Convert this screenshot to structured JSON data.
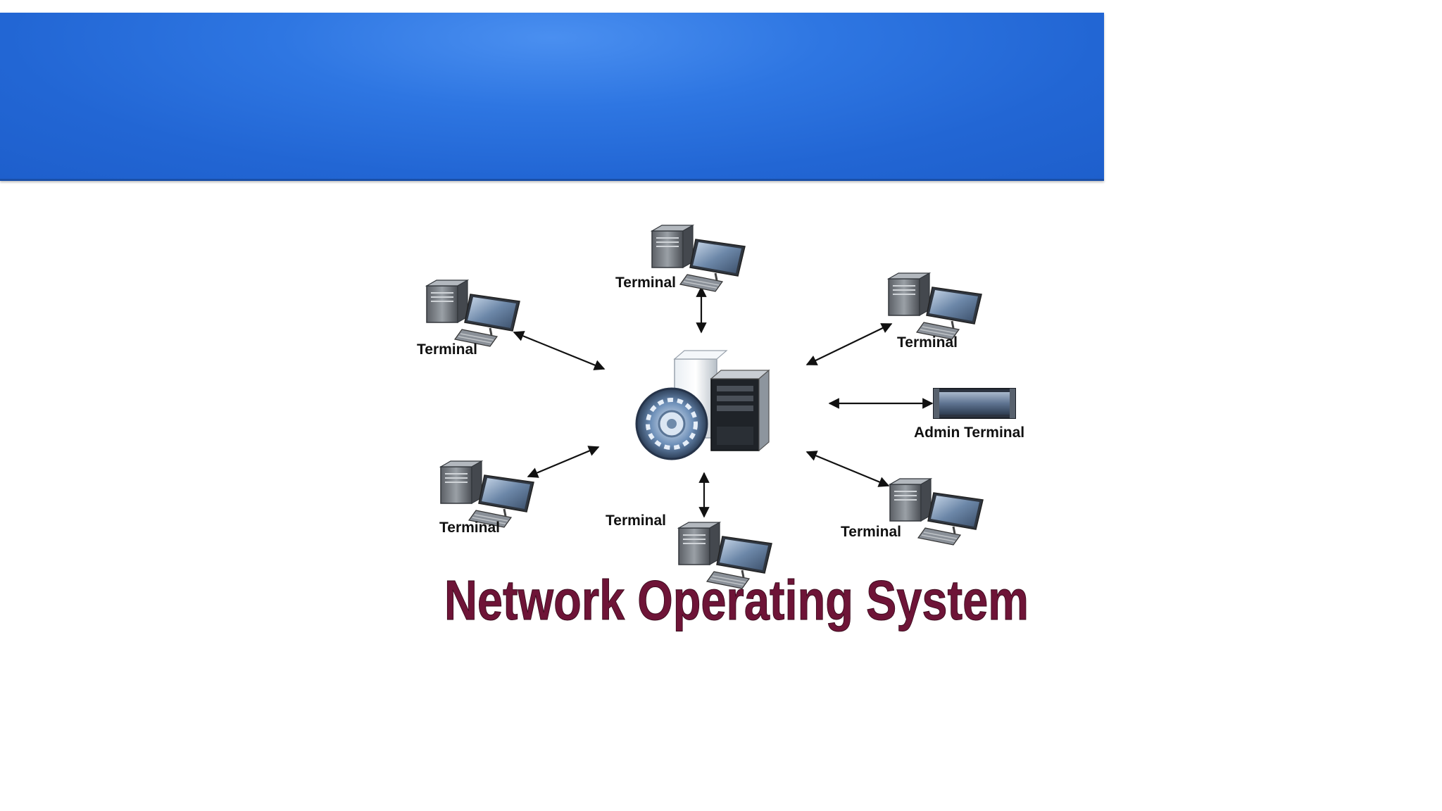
{
  "banner": {
    "color": "#2e76e2"
  },
  "diagram": {
    "title": "Network Operating System",
    "server": {
      "icon": "server-with-gear-icon"
    },
    "nodes": [
      {
        "label": "Terminal",
        "icon": "desktop-computer-icon"
      },
      {
        "label": "Terminal",
        "icon": "desktop-computer-icon"
      },
      {
        "label": "Terminal",
        "icon": "desktop-computer-icon"
      },
      {
        "label": "Admin Terminal",
        "icon": "monitor-icon"
      },
      {
        "label": "Terminal",
        "icon": "desktop-computer-icon"
      },
      {
        "label": "Terminal",
        "icon": "desktop-computer-icon"
      },
      {
        "label": "Terminal",
        "icon": "desktop-computer-icon"
      }
    ],
    "connections": "bidirectional",
    "title_color": "#6e1437"
  }
}
